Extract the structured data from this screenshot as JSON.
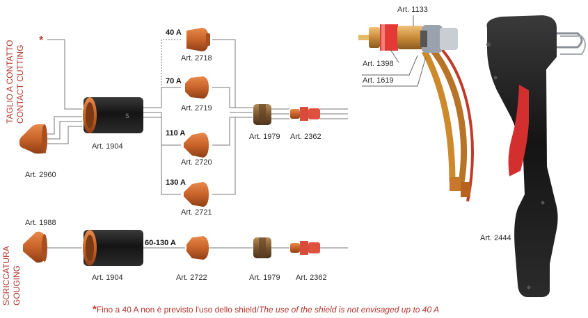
{
  "sections": {
    "contact_cutting_it": "TAGLIO A CONTATTO",
    "contact_cutting_en": "CONTACT CUTTING",
    "gouging_it": "SCRICCATURA",
    "gouging_en": "GOUGING"
  },
  "asterisk": "*",
  "amperages": [
    "40 A",
    "70 A",
    "110 A",
    "130 A",
    "60-130 A"
  ],
  "parts": {
    "p2960": "Art. 2960",
    "p1904a": "Art. 1904",
    "p2718": "Art. 2718",
    "p2719": "Art. 2719",
    "p2720": "Art. 2720",
    "p2721": "Art. 2721",
    "p1979a": "Art. 1979",
    "p2362a": "Art. 2362",
    "p1988": "Art. 1988",
    "p1904b": "Art. 1904",
    "p2722": "Art. 2722",
    "p1979b": "Art. 1979",
    "p2362b": "Art. 2362",
    "p1133": "Art. 1133",
    "p1398": "Art. 1398",
    "p1619": "Art. 1619",
    "p2444": "Art. 2444"
  },
  "footnote": {
    "mark": "*",
    "italian": "Fino a 40 A non è previsto l'uso dello shield",
    "separator": "/",
    "english": "The use of the shield is not envisaged up to 40 A"
  },
  "colors": {
    "copper": "#c8632a",
    "red_accent": "#d32f2f",
    "torch_black": "#1b1b1b",
    "label_red": "#b1342c"
  }
}
